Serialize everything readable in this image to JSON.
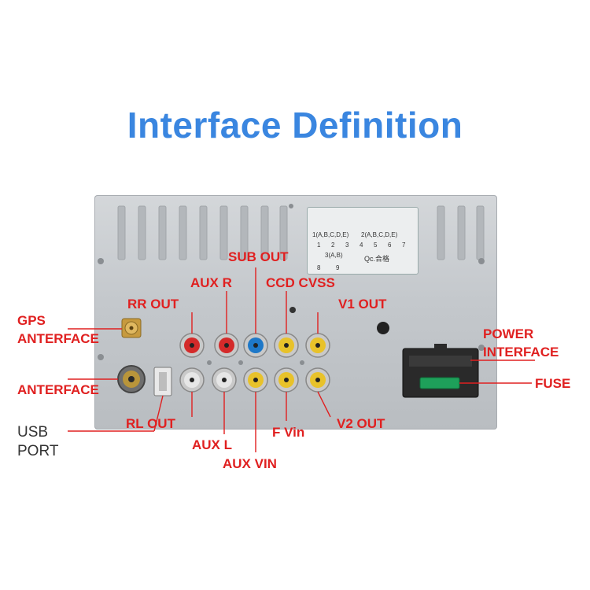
{
  "title": "Interface Definition",
  "sticker": {
    "line1": "1(A,B,C,D,E)",
    "line2": "2(A,B,C,D,E)",
    "line3": "3(A,B)",
    "cells_top": [
      "1",
      "2",
      "3",
      "4",
      "5",
      "6",
      "7"
    ],
    "cells_bottom": [
      "8",
      "9"
    ],
    "qc": "Qc.合格"
  },
  "labels": {
    "sub_out": "SUB OUT",
    "aux_r": "AUX R",
    "ccd_cvss": "CCD CVSS",
    "rr_out": "RR OUT",
    "v1_out": "V1 OUT",
    "gps_line1": "GPS",
    "gps_line2": "ANTERFACE",
    "power_line1": "POWER",
    "power_line2": "INTERFACE",
    "anterface": "ANTERFACE",
    "fuse": "FUSE",
    "usb_line1": "USB",
    "usb_line2": "PORT",
    "rl_out": "RL OUT",
    "f_vin": "F Vin",
    "v2_out": "V2 OUT",
    "aux_l": "AUX L",
    "aux_vin": "AUX VIN"
  },
  "colors": {
    "title": "#3a86e0",
    "label": "#e02020",
    "leader": "#e02020",
    "rca_red": "#d42a2a",
    "rca_blue": "#1e78c8",
    "rca_yellow": "#e8c22a",
    "rca_white": "#e6e6e6"
  }
}
